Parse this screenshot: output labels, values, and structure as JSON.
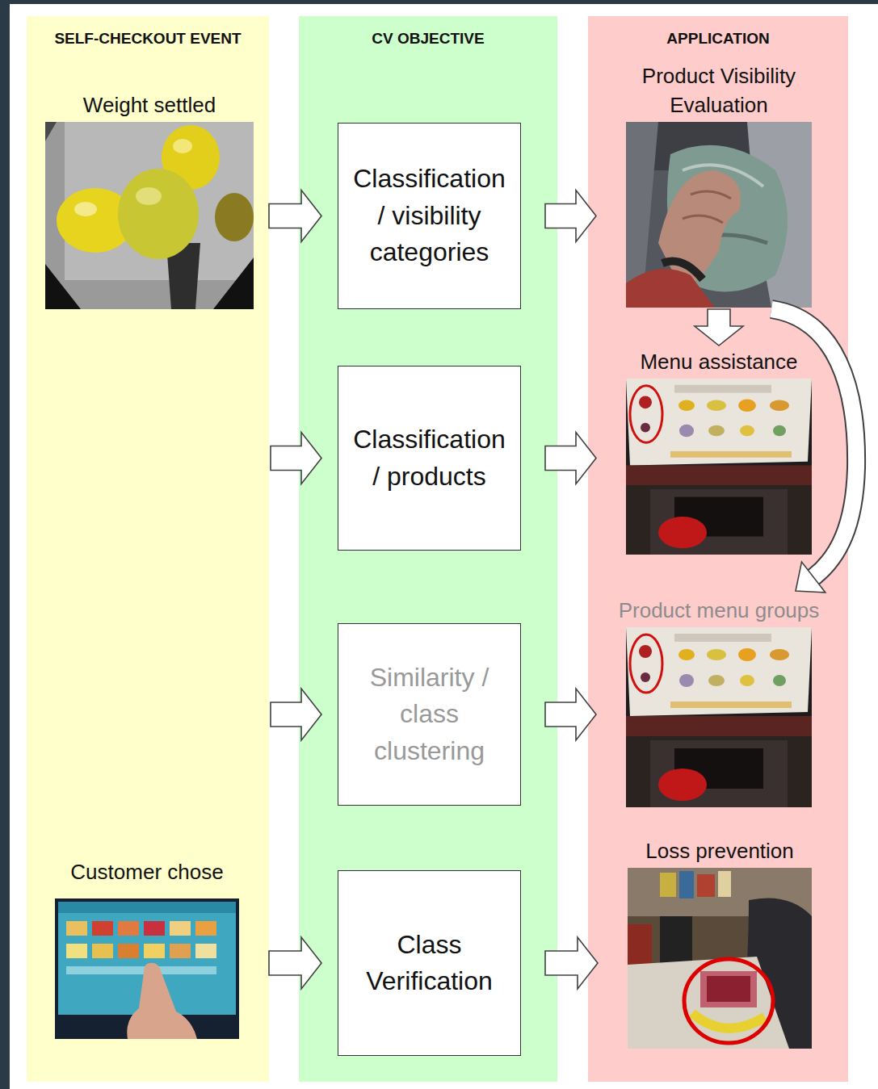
{
  "diagram": {
    "nodes": [
      {
        "text": [
          "SELF-CHECKOUT EVENT"
        ]
      },
      {
        "text": [
          "Weight settled"
        ],
        "in": 0
      },
      {
        "text": [
          "Customer chose"
        ],
        "in": 0
      },
      {
        "text": [
          "CV OBJECTIVE"
        ]
      },
      {
        "text": [
          "Classification / visibility categories"
        ],
        "in": 3
      },
      {
        "text": [
          "Classification / products"
        ],
        "in": 3
      },
      {
        "text": [
          "Similarity / class clustering"
        ],
        "in": 3
      },
      {
        "text": [
          "Class Verification"
        ],
        "in": 3
      },
      {
        "text": [
          "APPLICATION"
        ]
      },
      {
        "text": [
          "Product Visibility Evaluation"
        ],
        "in": 8
      },
      {
        "text": [
          "Menu assistance"
        ],
        "in": 8
      },
      {
        "text": [
          "Product menu groups"
        ],
        "in": 8
      },
      {
        "text": [
          "Loss prevention"
        ],
        "in": 8
      }
    ],
    "edges": [
      {
        "from": 1,
        "to": 4,
        "arrow": "to"
      },
      {
        "from": 0,
        "to": 5,
        "arrow": "to"
      },
      {
        "from": 0,
        "to": 6,
        "arrow": "to"
      },
      {
        "from": 2,
        "to": 7,
        "arrow": "to"
      },
      {
        "from": 4,
        "to": 9,
        "arrow": "to"
      },
      {
        "from": 5,
        "to": 10,
        "arrow": "to"
      },
      {
        "from": 6,
        "to": 11,
        "arrow": "to"
      },
      {
        "from": 7,
        "to": 12,
        "arrow": "to"
      },
      {
        "from": 9,
        "to": 10,
        "arrow": "to"
      },
      {
        "from": 9,
        "to": 11,
        "arrow": "to"
      }
    ]
  }
}
